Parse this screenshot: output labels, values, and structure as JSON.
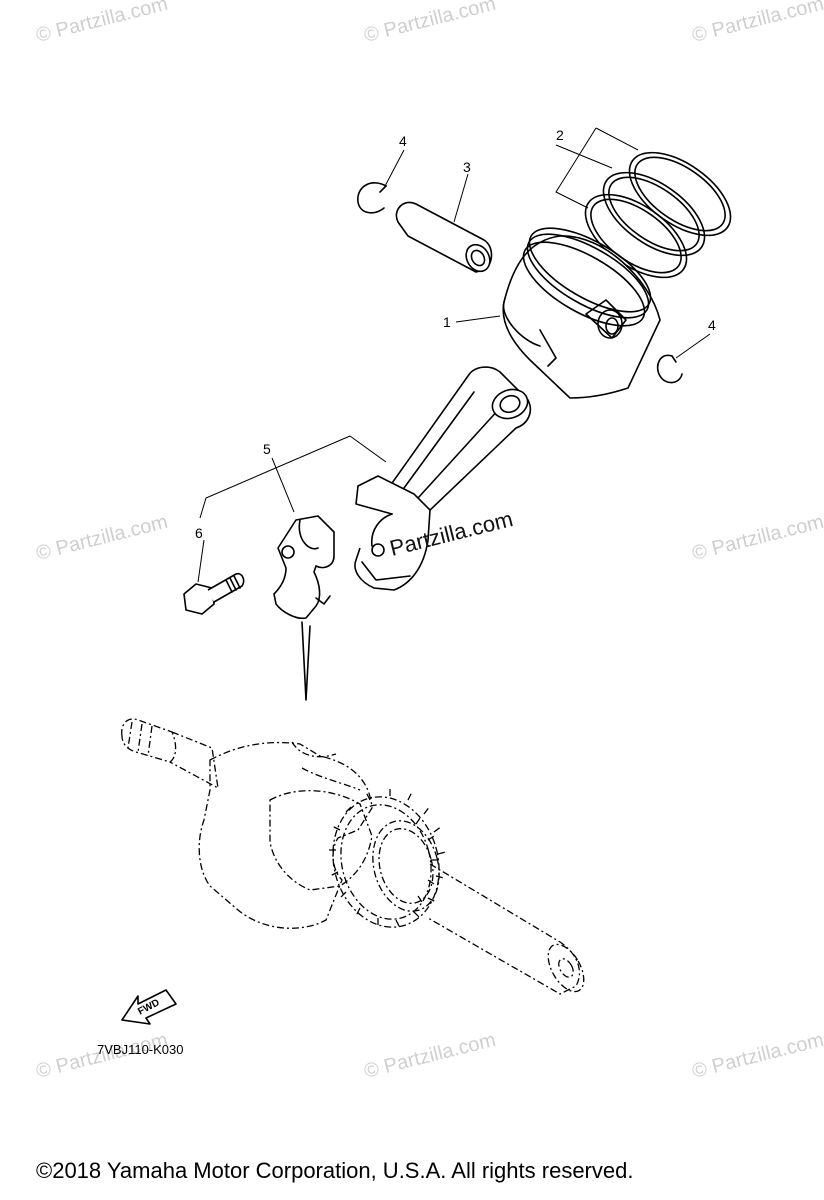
{
  "watermark": "© Partzilla.com",
  "watermark_center": "Partzilla.com",
  "labels": {
    "piston": "1",
    "piston_ring_set": "2",
    "piston_pin": "3",
    "circlip_left": "4",
    "circlip_right": "4",
    "connecting_rod": "5",
    "bolt": "6"
  },
  "fwd_label": "FWD",
  "diagram_code": "7VBJ110-K030",
  "copyright": "©2018  Yamaha Motor Corporation, U.S.A. All rights reserved."
}
